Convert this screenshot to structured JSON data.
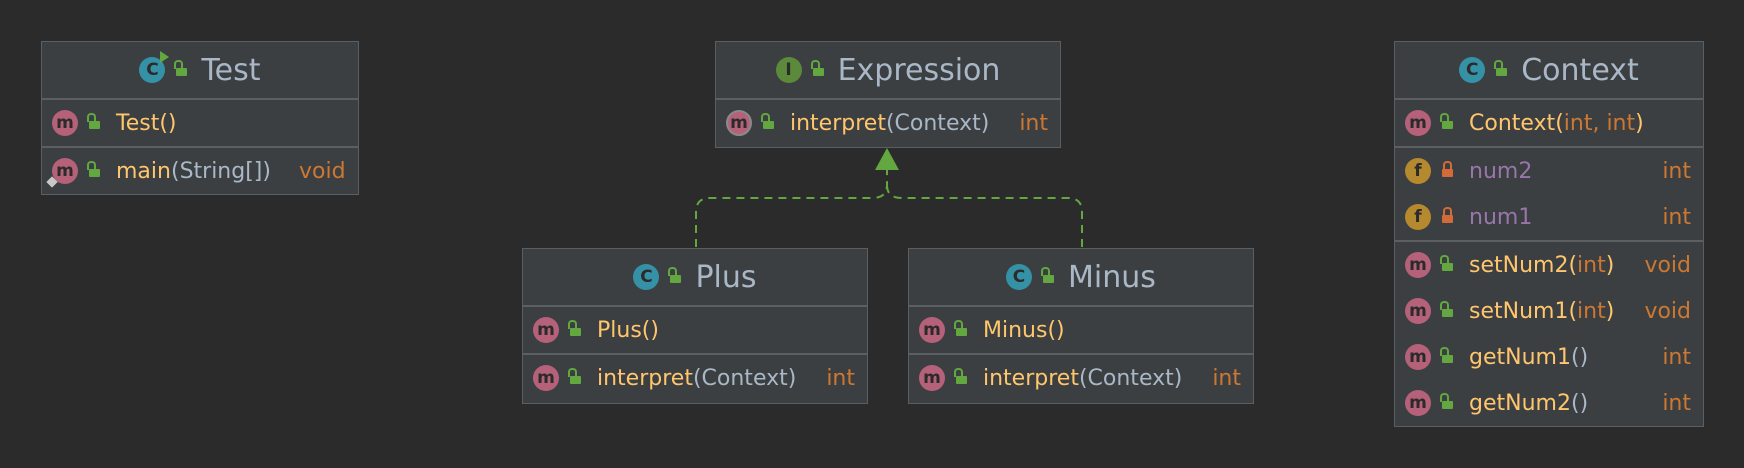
{
  "colors": {
    "background": "#2b2b2b",
    "box": "#3c3f41",
    "border": "#5c5f61",
    "method": "#ffc66d",
    "field": "#9876aa",
    "type": "#cc7832",
    "arrow": "#62a73f"
  },
  "icons": {
    "class": "class-icon",
    "interface": "interface-icon",
    "method": "method-icon",
    "field": "field-icon",
    "public": "public-lock-icon",
    "private": "private-lock-icon"
  },
  "test": {
    "kind_letter": "C",
    "title": "Test",
    "constructor": {
      "badge": "m",
      "name": "Test",
      "open": "(",
      "params": "",
      "close": ")"
    },
    "main": {
      "badge": "m",
      "name": "main",
      "open": "(",
      "params": "String[]",
      "close": ")",
      "ret": "void"
    }
  },
  "expression": {
    "kind_letter": "I",
    "title": "Expression",
    "interpret": {
      "badge": "m",
      "name": "interpret",
      "open": "(",
      "params": "Context",
      "close": ")",
      "ret": "int"
    }
  },
  "plus": {
    "kind_letter": "C",
    "title": "Plus",
    "constructor": {
      "badge": "m",
      "name": "Plus",
      "open": "(",
      "params": "",
      "close": ")"
    },
    "interpret": {
      "badge": "m",
      "name": "interpret",
      "open": "(",
      "params": "Context",
      "close": ")",
      "ret": "int"
    }
  },
  "minus": {
    "kind_letter": "C",
    "title": "Minus",
    "constructor": {
      "badge": "m",
      "name": "Minus",
      "open": "(",
      "params": "",
      "close": ")"
    },
    "interpret": {
      "badge": "m",
      "name": "interpret",
      "open": "(",
      "params": "Context",
      "close": ")",
      "ret": "int"
    }
  },
  "context": {
    "kind_letter": "C",
    "title": "Context",
    "constructor": {
      "badge": "m",
      "name": "Context",
      "open": "(",
      "params": "int, int",
      "close": ")"
    },
    "fields": [
      {
        "badge": "f",
        "name": "num2",
        "type": "int"
      },
      {
        "badge": "f",
        "name": "num1",
        "type": "int"
      }
    ],
    "methods": [
      {
        "badge": "m",
        "name": "setNum2",
        "open": "(",
        "params": "int",
        "close": ")",
        "ret": "void"
      },
      {
        "badge": "m",
        "name": "setNum1",
        "open": "(",
        "params": "int",
        "close": ")",
        "ret": "void"
      },
      {
        "badge": "m",
        "name": "getNum1",
        "open": "(",
        "params": "",
        "close": ")",
        "ret": "int"
      },
      {
        "badge": "m",
        "name": "getNum2",
        "open": "(",
        "params": "",
        "close": ")",
        "ret": "int"
      }
    ]
  }
}
